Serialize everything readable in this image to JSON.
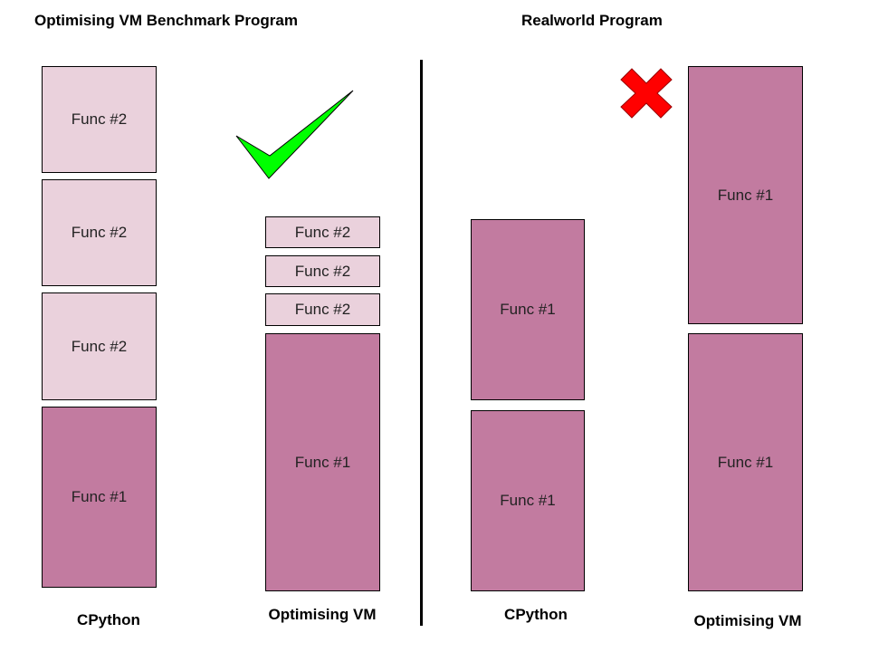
{
  "left_panel": {
    "title": "Optimising VM Benchmark Program",
    "cpython_label": "CPython",
    "vm_label": "Optimising VM",
    "cpython_boxes": [
      "Func #2",
      "Func #2",
      "Func #2",
      "Func #1"
    ],
    "vm_boxes": [
      "Func #2",
      "Func #2",
      "Func #2",
      "Func #1"
    ],
    "result_icon": "checkmark-icon"
  },
  "right_panel": {
    "title": "Realworld Program",
    "cpython_label": "CPython",
    "vm_label": "Optimising VM",
    "cpython_boxes": [
      "Func #1",
      "Func #1"
    ],
    "vm_boxes": [
      "Func #1",
      "Func #1"
    ],
    "result_icon": "cross-icon"
  },
  "colors": {
    "func1_fill": "#c27ba0",
    "func2_fill": "#ead1dc",
    "check_fill": "#00ff00",
    "cross_fill": "#ff0000"
  }
}
